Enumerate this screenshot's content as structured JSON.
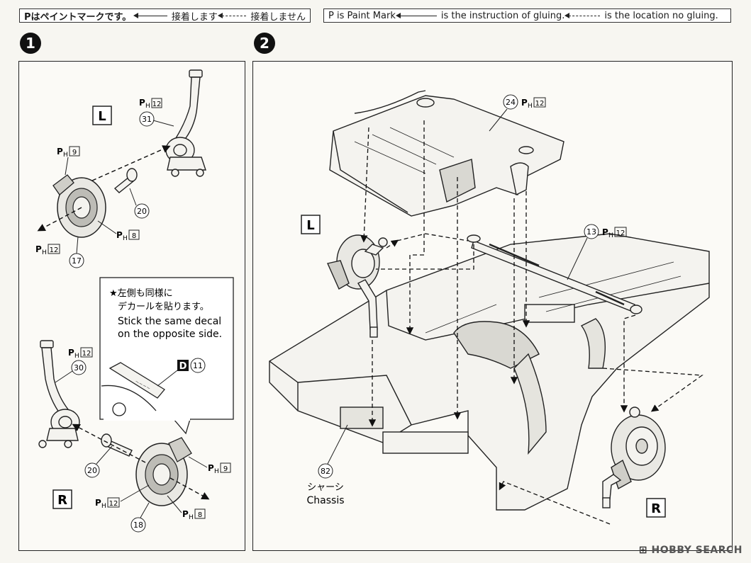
{
  "legend_jp": {
    "paint_mark": "Pはペイントマークです。",
    "glue": "接着します",
    "no_glue": "接着しません"
  },
  "legend_en": {
    "paint_mark": "P is Paint Mark",
    "glue": "is the instruction of gluing.",
    "no_glue": "is the location no gluing."
  },
  "steps": [
    "1",
    "2"
  ],
  "panel1": {
    "side_L": "L",
    "side_R": "R",
    "paint_prefix": "P",
    "paint_sub": "H",
    "parts": {
      "knuckle_left": "31",
      "knuckle_right": "30",
      "shaft_top": "20",
      "shaft_bottom": "20",
      "disc_top": "17",
      "disc_bottom": "18"
    },
    "paints": {
      "k31": "12",
      "caliper_top": "9",
      "disc17_inner": "8",
      "disc17_outer": "12",
      "k30": "12",
      "caliper_bottom": "9",
      "disc18_inner": "12",
      "disc18_outer": "8"
    },
    "note_jp_1": "★左側も同様に",
    "note_jp_2": "デカールを貼ります。",
    "note_en_1": "Stick the same decal",
    "note_en_2": "on the opposite side.",
    "decal_letter": "D",
    "decal_number": "11"
  },
  "panel2": {
    "side_L": "L",
    "side_R": "R",
    "part_crossmember": "24",
    "part_crossmember_paint": "12",
    "part_tierod": "13",
    "part_tierod_paint": "12",
    "part_chassis": "82",
    "chassis_jp": "シャーシ",
    "chassis_en": "Chassis"
  },
  "watermark": {
    "brand": "HOBBY SEARCH"
  }
}
